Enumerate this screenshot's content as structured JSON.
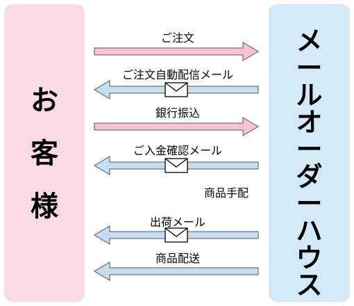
{
  "customer": {
    "chars": [
      "お",
      "客",
      "様"
    ]
  },
  "shop": {
    "chars": [
      "メ",
      "ー",
      "ル",
      "オ",
      "ー",
      "ダ",
      "ー",
      "ハ",
      "ウ",
      "ス"
    ]
  },
  "flows": [
    {
      "label": "ご注文",
      "direction": "to-shop",
      "mail_icon": false
    },
    {
      "label": "ご注文自動配信メール",
      "direction": "to-customer",
      "mail_icon": true
    },
    {
      "label": "銀行振込",
      "direction": "to-shop",
      "mail_icon": false
    },
    {
      "label": "ご入金確認メール",
      "direction": "to-customer",
      "mail_icon": true
    },
    {
      "label": "商品手配",
      "direction": "none",
      "mail_icon": false
    },
    {
      "label": "出荷メール",
      "direction": "to-customer",
      "mail_icon": true
    },
    {
      "label": "商品配送",
      "direction": "to-customer",
      "mail_icon": false
    }
  ],
  "colors": {
    "pink_arrow": "#f7c3d1",
    "blue_arrow": "#c2def0",
    "customer_bg": "#fadbe5",
    "shop_bg": "#d3e9f5"
  }
}
